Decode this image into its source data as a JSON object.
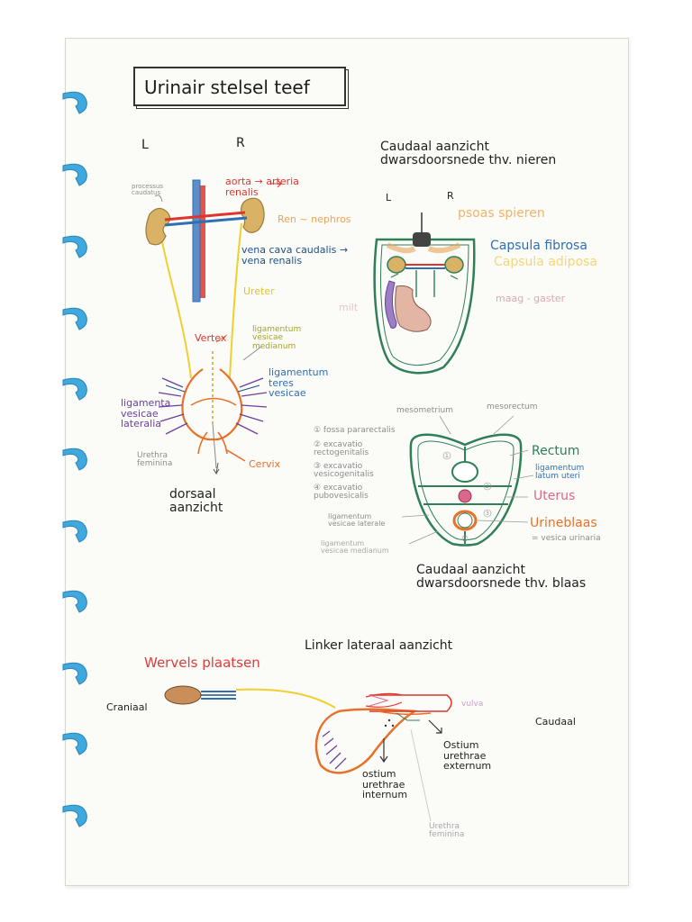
{
  "title": "Urinair stelsel teef",
  "colors": {
    "aorta": "#e0352c",
    "vein": "#2f6fb3",
    "ureter": "#f0cf2e",
    "uterus": "#e8712a",
    "kidney": "#d9b266",
    "green": "#2f7f57",
    "purple": "#6a3fa0",
    "gray": "#8c8c8c",
    "pink": "#d9688b",
    "teal": "#1d4f8a"
  },
  "dorsal": {
    "L": "L",
    "R": "R",
    "processus": "processus caudatus",
    "aorta": "aorta → arteria renalis",
    "ren": "Ren ~ nephros",
    "vena": "vena cava caudalis → vena renalis",
    "ureter": "Ureter",
    "vertex": "Vertex",
    "lig_medianum": "ligamentum vesicae medianum",
    "lig_teres": "ligamentum teres vesicae",
    "lig_lateralia": "ligamenta vesicae lateralia",
    "urethra": "Urethra feminina",
    "cervix": "Cervix",
    "caption": "dorsaal aanzicht"
  },
  "caudal_kidney": {
    "title": "Caudaal aanzicht dwarsdoorsnede thv. nieren",
    "L": "L",
    "R": "R",
    "psoas": "psoas spieren",
    "capsula_fibrosa": "Capsula fibrosa",
    "capsula_adiposa": "Capsula adiposa",
    "maag": "maag - gaster",
    "milt": "milt"
  },
  "caudal_bladder": {
    "mesometrium": "mesometrium",
    "mesorectum": "mesorectum",
    "fossae": [
      "① fossa pararectalis",
      "② excavatio rectogenitalis",
      "③ excavatio vesicogenitalis",
      "④ excavatio pubovesicalis"
    ],
    "lig_laterale": "ligamentum vesicae laterale",
    "lig_medianum": "ligamentum vesicae medianum",
    "rectum": "Rectum",
    "lig_latum": "ligamentum latum uteri",
    "uterus": "Uterus",
    "urineblaas": "Urineblaas",
    "vesica": "= vesica urinaria",
    "caption": "Caudaal aanzicht dwarsdoorsnede thv. blaas",
    "num_1": "1",
    "num_2": "2",
    "num_3": "3",
    "num_4": "4"
  },
  "lateral": {
    "title": "Linker lateraal aanzicht",
    "note": "Wervels plaatsen",
    "craniaal": "Craniaal",
    "caudaal": "Caudaal",
    "vulva": "vulva",
    "ostium_ext": "Ostium urethrae externum",
    "ostium_int": "ostium urethrae internum",
    "urethra": "Urethra feminina"
  }
}
